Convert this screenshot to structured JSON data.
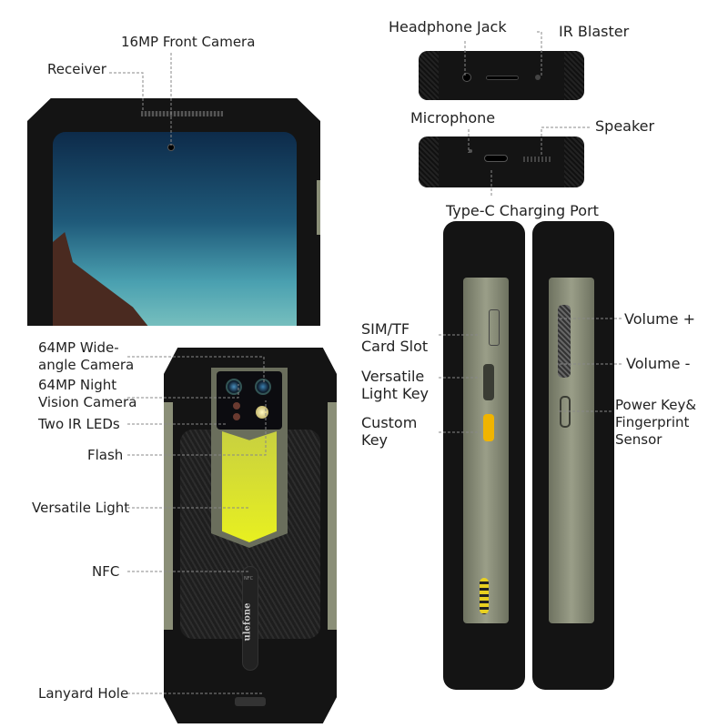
{
  "front_labels": {
    "front_camera": "16MP Front Camera",
    "receiver": "Receiver"
  },
  "back_labels": {
    "wide_camera": "64MP Wide-\nangle Camera",
    "wide_camera_l1": "64MP Wide-",
    "wide_camera_l2": "angle Camera",
    "night_camera_l1": "64MP Night",
    "night_camera_l2": "Vision Camera",
    "ir_leds": "Two IR LEDs",
    "flash": "Flash",
    "versatile_light": "Versatile Light",
    "nfc": "NFC",
    "lanyard_hole": "Lanyard Hole"
  },
  "top_labels": {
    "headphone_jack": "Headphone Jack",
    "ir_blaster": "IR Blaster",
    "microphone": "Microphone",
    "speaker": "Speaker",
    "charging_port": "Type-C Charging Port"
  },
  "side_labels": {
    "sim_l1": "SIM/TF",
    "sim_l2": "Card Slot",
    "vkey_l1": "Versatile",
    "vkey_l2": "Light Key",
    "custom_l1": "Custom",
    "custom_l2": "Key",
    "vol_up": "Volume +",
    "vol_down": "Volume -",
    "power_l1": "Power Key&",
    "power_l2": "Fingerprint",
    "power_l3": "Sensor"
  },
  "device_marks": {
    "brand": "ulefone",
    "nfc_badge": "NFC"
  },
  "colors": {
    "accent_yellow": "#e8f020",
    "body_black": "#141414",
    "trim_olive": "#8b8f78",
    "custom_key": "#f0b400"
  }
}
